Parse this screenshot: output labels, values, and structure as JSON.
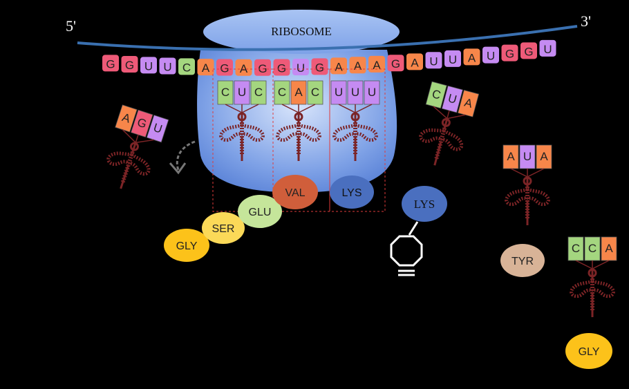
{
  "ends": {
    "five_prime": "5'",
    "three_prime": "3'"
  },
  "ribosome": {
    "label": "RIBOSOME"
  },
  "mrna": {
    "bases": [
      "G",
      "G",
      "U",
      "U",
      "C",
      "A",
      "G",
      "A",
      "G",
      "G",
      "U",
      "G",
      "A",
      "A",
      "A",
      "G",
      "A",
      "U",
      "U",
      "A",
      "U",
      "G",
      "G",
      "U"
    ]
  },
  "sites": [
    {
      "anticodon": [
        "C",
        "U",
        "C"
      ]
    },
    {
      "anticodon": [
        "C",
        "A",
        "C"
      ]
    },
    {
      "anticodon": [
        "U",
        "U",
        "U"
      ]
    }
  ],
  "exiting_trna": {
    "anticodon": [
      "A",
      "G",
      "U"
    ]
  },
  "incoming_trna": {
    "anticodon": [
      "C",
      "U",
      "A"
    ],
    "amino_acid": "LYS"
  },
  "free_trnas": [
    {
      "anticodon": [
        "A",
        "U",
        "A"
      ],
      "amino_acid": "TYR"
    },
    {
      "anticodon": [
        "C",
        "C",
        "A"
      ],
      "amino_acid": "GLY"
    }
  ],
  "peptide_chain": [
    "GLY",
    "SER",
    "GLU",
    "VAL",
    "LYS"
  ],
  "colors": {
    "A": "#f7864a",
    "G": "#ee5a78",
    "U": "#c58bf2",
    "C": "#a4d67f",
    "trna": "#7b2426",
    "ribosome_top": "#8fb3ec",
    "ribosome_body": "#6d95e3",
    "mrna_line": "#3a70b0",
    "gly": "#fcc21a",
    "ser": "#fbd958",
    "glu": "#c5e59a",
    "val": "#d05e3b",
    "lys": "#4a6fbf",
    "tyr": "#d8b397"
  },
  "icons": {
    "exit_arrow": "curved-arrow-icon",
    "modified_residue": "cyclooctyne-icon"
  }
}
